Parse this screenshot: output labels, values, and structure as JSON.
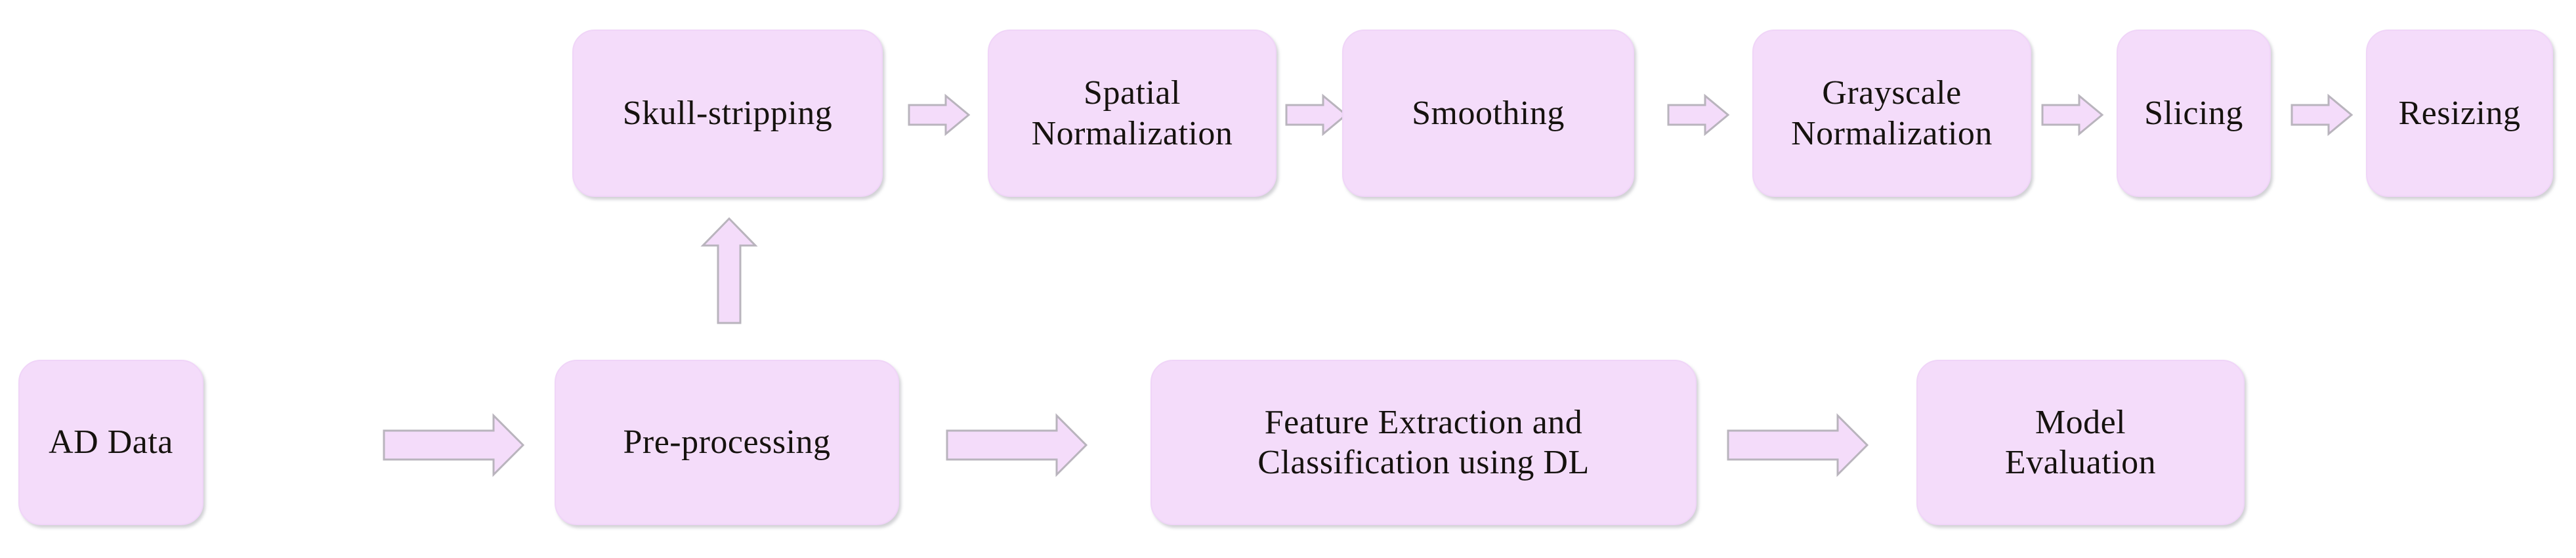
{
  "diagram": {
    "title": "Alzheimer's Disease deep-learning pipeline flowchart",
    "colors": {
      "node_fill": "#f4dcfa",
      "node_border": "#f0d5f8",
      "arrow_fill": "#f4dcfa",
      "arrow_border": "#b9b4bd",
      "text": "#16120f",
      "background": "#ffffff"
    },
    "preprocessing_row": {
      "nodes": [
        {
          "id": "skull-stripping",
          "label": "Skull-stripping"
        },
        {
          "id": "spatial-normalization",
          "label": "Spatial\nNormalization"
        },
        {
          "id": "smoothing",
          "label": "Smoothing"
        },
        {
          "id": "grayscale-normalization",
          "label": "Grayscale\nNormalization"
        },
        {
          "id": "slicing",
          "label": "Slicing"
        },
        {
          "id": "resizing",
          "label": "Resizing"
        }
      ],
      "connector_icons": [
        "arrow-right-icon",
        "arrow-right-icon",
        "arrow-right-icon",
        "arrow-right-icon",
        "arrow-right-icon"
      ]
    },
    "main_row": {
      "nodes": [
        {
          "id": "ad-data",
          "label": "AD Data"
        },
        {
          "id": "pre-processing",
          "label": "Pre-processing"
        },
        {
          "id": "feature-extraction",
          "label": "Feature Extraction and\nClassification using DL"
        },
        {
          "id": "model-evaluation",
          "label": "Model\nEvaluation"
        }
      ],
      "connector_icons": [
        "arrow-right-icon",
        "arrow-right-icon",
        "arrow-right-icon"
      ]
    },
    "vertical_connector": {
      "icon": "arrow-up-icon",
      "from": "pre-processing",
      "to": "skull-stripping"
    }
  }
}
